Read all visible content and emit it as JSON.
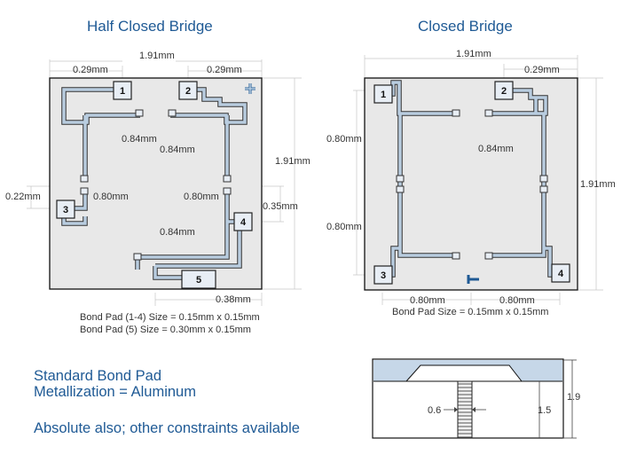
{
  "titles": {
    "half": "Half Closed Bridge",
    "closed": "Closed Bridge"
  },
  "half_bridge": {
    "dims": {
      "width_total": "1.91mm",
      "top_left": "0.29mm",
      "top_right": "0.29mm",
      "height_total": "1.91mm",
      "v1": "0.84mm",
      "v2": "0.84mm",
      "v3": "0.84mm",
      "mid_left": "0.80mm",
      "mid_right": "0.80mm",
      "left_offset": "0.22mm",
      "right_offset": "0.35mm",
      "bottom": "0.38mm"
    },
    "pads": [
      "1",
      "2",
      "3",
      "4",
      "5"
    ],
    "notes": [
      "Bond Pad (1-4) Size = 0.15mm x 0.15mm",
      "Bond Pad (5) Size = 0.30mm x 0.15mm"
    ]
  },
  "closed_bridge": {
    "dims": {
      "width_total": "1.91mm",
      "top_right": "0.29mm",
      "height_total": "1.91mm",
      "v_upper": "0.80mm",
      "v_lower": "0.80mm",
      "inner": "0.84mm",
      "bottom_left": "0.80mm",
      "bottom_right": "0.80mm"
    },
    "pads": [
      "1",
      "2",
      "3",
      "4"
    ],
    "note": "Bond Pad Size = 0.15mm x 0.15mm"
  },
  "metallization": [
    "Standard Bond Pad",
    "Metallization = Aluminum"
  ],
  "constraints": "Absolute also; other constraints available",
  "cross_section": {
    "gap": "0.6",
    "height": "1.5",
    "total": "1.9"
  },
  "colors": {
    "accent": "#1f5a95",
    "chip": "#e8e8e8",
    "trace": "#b9cde0"
  }
}
